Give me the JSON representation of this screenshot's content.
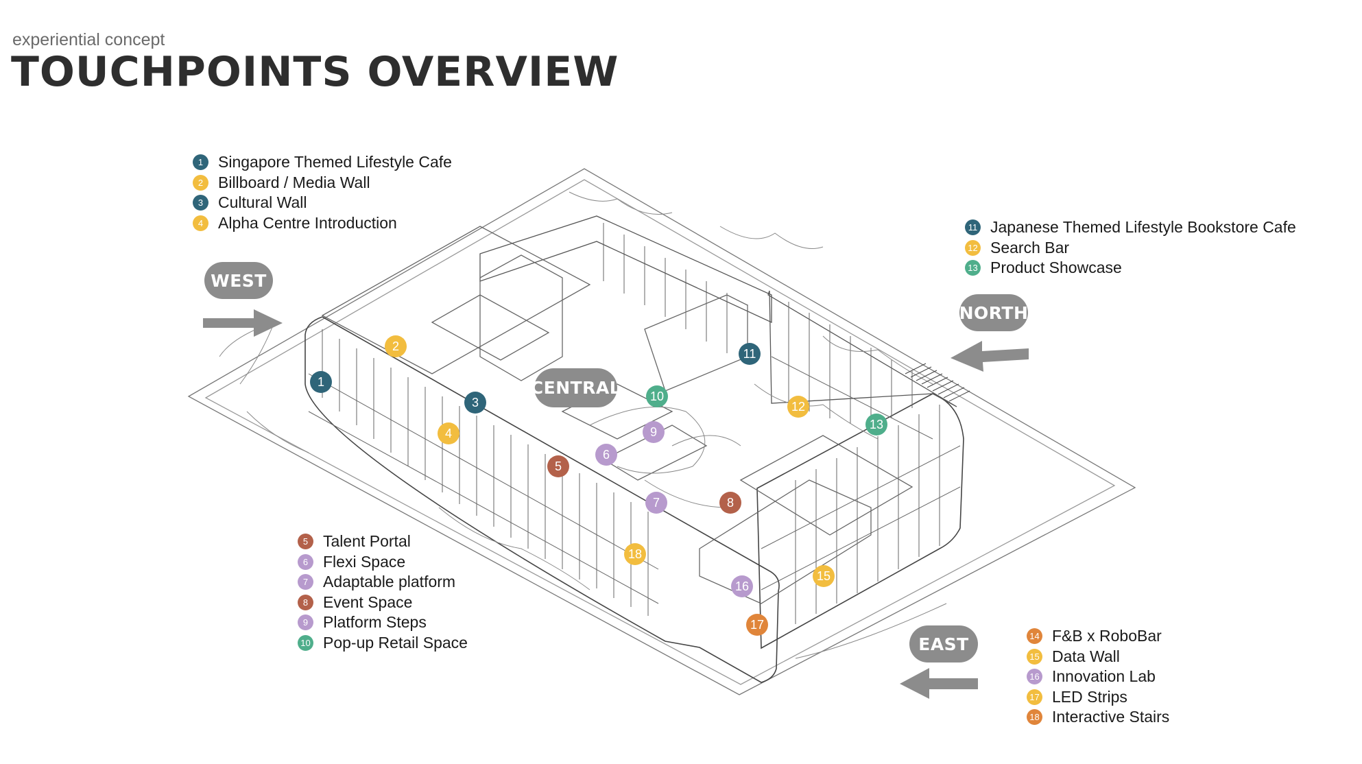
{
  "header": {
    "subtitle": "experiential concept",
    "title": "TOUCHPOINTS OVERVIEW"
  },
  "colors": {
    "teal_dark": "#2f6579",
    "yellow": "#f2bd3f",
    "purple": "#b79acd",
    "rust": "#b3614a",
    "green": "#4fae8b",
    "orange": "#e0853a",
    "arrow_gray": "#8c8c8c"
  },
  "directions": {
    "west": "WEST",
    "north": "NORTH",
    "east": "EAST",
    "central": "CENTRAL"
  },
  "legend_groups": [
    {
      "items": [
        {
          "num": "1",
          "label": "Singapore Themed Lifestyle Cafe",
          "color": "#2f6579"
        },
        {
          "num": "2",
          "label": "Billboard / Media Wall",
          "color": "#f2bd3f"
        },
        {
          "num": "3",
          "label": "Cultural Wall",
          "color": "#2f6579"
        },
        {
          "num": "4",
          "label": "Alpha Centre Introduction",
          "color": "#f2bd3f"
        }
      ]
    },
    {
      "items": [
        {
          "num": "11",
          "label": "Japanese Themed Lifestyle Bookstore Cafe",
          "color": "#2f6579"
        },
        {
          "num": "12",
          "label": "Search Bar",
          "color": "#f2bd3f"
        },
        {
          "num": "13",
          "label": "Product Showcase",
          "color": "#4fae8b"
        }
      ]
    },
    {
      "items": [
        {
          "num": "5",
          "label": "Talent Portal",
          "color": "#b3614a"
        },
        {
          "num": "6",
          "label": "Flexi Space",
          "color": "#b79acd"
        },
        {
          "num": "7",
          "label": "Adaptable platform",
          "color": "#b79acd"
        },
        {
          "num": "8",
          "label": "Event Space",
          "color": "#b3614a"
        },
        {
          "num": "9",
          "label": "Platform Steps",
          "color": "#b79acd"
        },
        {
          "num": "10",
          "label": "Pop-up Retail Space",
          "color": "#4fae8b"
        }
      ]
    },
    {
      "items": [
        {
          "num": "14",
          "label": "F&B x RoboBar",
          "color": "#e0853a"
        },
        {
          "num": "15",
          "label": "Data Wall",
          "color": "#f2bd3f"
        },
        {
          "num": "16",
          "label": "Innovation Lab",
          "color": "#b79acd"
        },
        {
          "num": "17",
          "label": "LED Strips",
          "color": "#f2bd3f"
        },
        {
          "num": "18",
          "label": "Interactive Stairs",
          "color": "#e0853a"
        }
      ]
    }
  ],
  "map_markers": [
    {
      "num": "1",
      "color": "#2f6579"
    },
    {
      "num": "2",
      "color": "#f2bd3f"
    },
    {
      "num": "3",
      "color": "#2f6579"
    },
    {
      "num": "4",
      "color": "#f2bd3f"
    },
    {
      "num": "5",
      "color": "#b3614a"
    },
    {
      "num": "6",
      "color": "#b79acd"
    },
    {
      "num": "7",
      "color": "#b79acd"
    },
    {
      "num": "8",
      "color": "#b3614a"
    },
    {
      "num": "9",
      "color": "#b79acd"
    },
    {
      "num": "10",
      "color": "#4fae8b"
    },
    {
      "num": "11",
      "color": "#2f6579"
    },
    {
      "num": "12",
      "color": "#f2bd3f"
    },
    {
      "num": "13",
      "color": "#4fae8b"
    },
    {
      "num": "15",
      "color": "#f2bd3f"
    },
    {
      "num": "16",
      "color": "#b79acd"
    },
    {
      "num": "17",
      "color": "#e0853a"
    },
    {
      "num": "18",
      "color": "#f2bd3f"
    }
  ]
}
